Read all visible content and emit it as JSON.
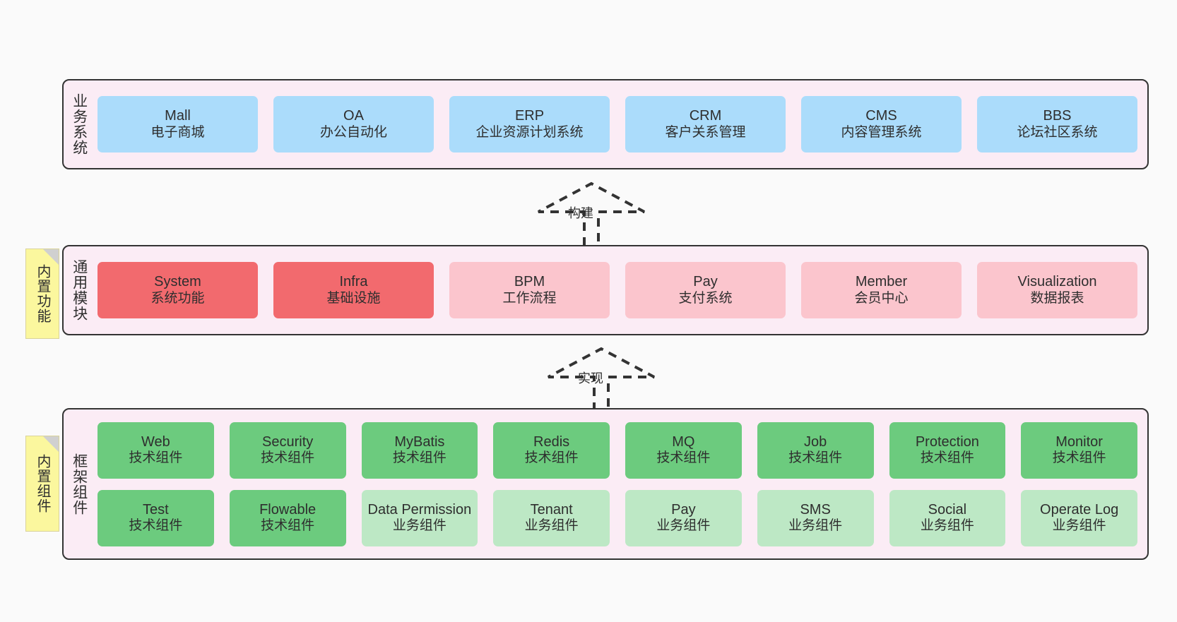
{
  "diagram": {
    "background_color": "#fafafa",
    "layer_fill": "#fbecf5",
    "layer_border": "#333333",
    "colors": {
      "business_box": "#abdcfb",
      "module_core": "#f26a6e",
      "module_plain": "#fbc5cd",
      "tech_component": "#6ccb7e",
      "biz_component": "#bde8c5",
      "note": "#fbf79e",
      "note_fold": "#d0d0d0"
    }
  },
  "layers": [
    {
      "key": "business",
      "title": "业务系统",
      "rows": [
        [
          {
            "en": "Mall",
            "cn": "电子商城",
            "style": "blue"
          },
          {
            "en": "OA",
            "cn": "办公自动化",
            "style": "blue"
          },
          {
            "en": "ERP",
            "cn": "企业资源计划系统",
            "style": "blue"
          },
          {
            "en": "CRM",
            "cn": "客户关系管理",
            "style": "blue"
          },
          {
            "en": "CMS",
            "cn": "内容管理系统",
            "style": "blue"
          },
          {
            "en": "BBS",
            "cn": "论坛社区系统",
            "style": "blue"
          }
        ]
      ]
    },
    {
      "key": "modules",
      "title": "通用模块",
      "note": "内置功能",
      "rows": [
        [
          {
            "en": "System",
            "cn": "系统功能",
            "style": "red"
          },
          {
            "en": "Infra",
            "cn": "基础设施",
            "style": "red"
          },
          {
            "en": "BPM",
            "cn": "工作流程",
            "style": "pink"
          },
          {
            "en": "Pay",
            "cn": "支付系统",
            "style": "pink"
          },
          {
            "en": "Member",
            "cn": "会员中心",
            "style": "pink"
          },
          {
            "en": "Visualization",
            "cn": "数据报表",
            "style": "pink"
          }
        ]
      ]
    },
    {
      "key": "framework",
      "title": "框架组件",
      "note": "内置组件",
      "rows": [
        [
          {
            "en": "Web",
            "cn": "技术组件",
            "style": "green"
          },
          {
            "en": "Security",
            "cn": "技术组件",
            "style": "green"
          },
          {
            "en": "MyBatis",
            "cn": "技术组件",
            "style": "green"
          },
          {
            "en": "Redis",
            "cn": "技术组件",
            "style": "green"
          },
          {
            "en": "MQ",
            "cn": "技术组件",
            "style": "green"
          },
          {
            "en": "Job",
            "cn": "技术组件",
            "style": "green"
          },
          {
            "en": "Protection",
            "cn": "技术组件",
            "style": "green"
          },
          {
            "en": "Monitor",
            "cn": "技术组件",
            "style": "green"
          }
        ],
        [
          {
            "en": "Test",
            "cn": "技术组件",
            "style": "green"
          },
          {
            "en": "Flowable",
            "cn": "技术组件",
            "style": "green"
          },
          {
            "en": "Data Permission",
            "cn": "业务组件",
            "style": "lightgreen"
          },
          {
            "en": "Tenant",
            "cn": "业务组件",
            "style": "lightgreen"
          },
          {
            "en": "Pay",
            "cn": "业务组件",
            "style": "lightgreen"
          },
          {
            "en": "SMS",
            "cn": "业务组件",
            "style": "lightgreen"
          },
          {
            "en": "Social",
            "cn": "业务组件",
            "style": "lightgreen"
          },
          {
            "en": "Operate Log",
            "cn": "业务组件",
            "style": "lightgreen"
          }
        ]
      ]
    }
  ],
  "connectors": [
    {
      "key": "build",
      "label": "构建"
    },
    {
      "key": "implement",
      "label": "实现"
    }
  ]
}
